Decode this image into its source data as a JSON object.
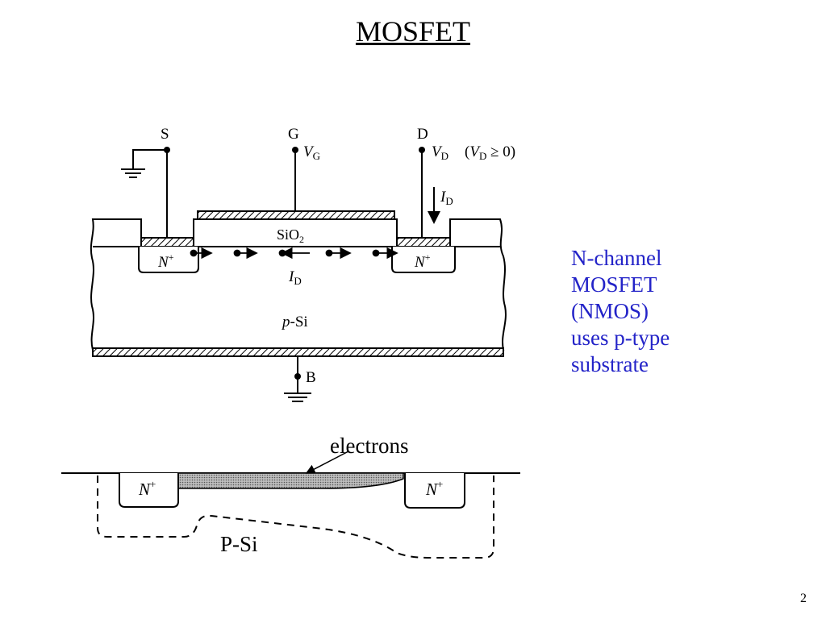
{
  "slide": {
    "title": "MOSFET",
    "page_number": "2"
  },
  "description": {
    "lines": [
      "N-channel",
      "MOSFET",
      "(NMOS)",
      "uses p-type",
      "substrate"
    ]
  },
  "cross_section": {
    "source": "S",
    "gate": "G",
    "drain": "D",
    "bulk": "B",
    "gate_voltage": "V",
    "gate_voltage_sub": "G",
    "drain_voltage": "V",
    "drain_voltage_sub": "D",
    "drain_condition_open": "(",
    "drain_condition_v": "V",
    "drain_condition_sub": "D",
    "drain_condition_rest": " ≥ 0)",
    "drain_current": "I",
    "drain_current_sub": "D",
    "channel_current": "I",
    "channel_current_sub": "D",
    "oxide": "SiO",
    "oxide_sub": "2",
    "source_region": "N",
    "drain_region": "N",
    "doping_sup": "+",
    "substrate_prefix": "p",
    "substrate_suffix": "-Si"
  },
  "channel_detail": {
    "electrons_label": "electrons",
    "left_region": "N",
    "right_region": "N",
    "doping_sup": "+",
    "substrate_label": "P-Si"
  }
}
